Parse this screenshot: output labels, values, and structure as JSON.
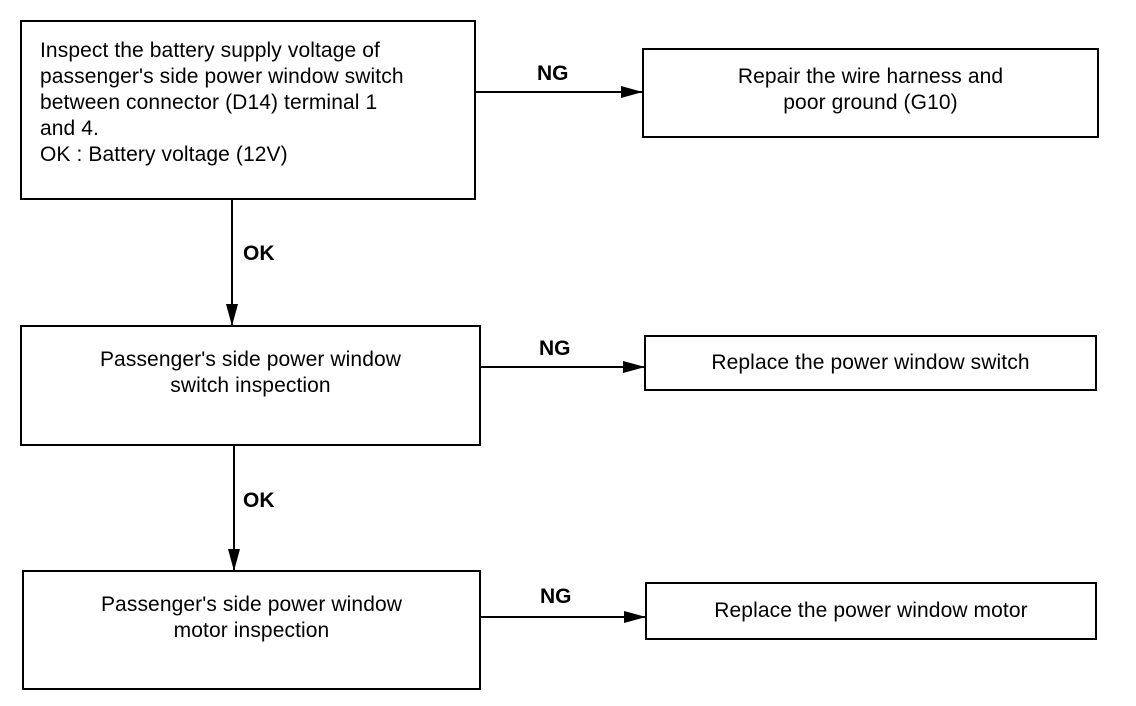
{
  "boxes": {
    "inspect_voltage": {
      "lines": [
        "Inspect the battery supply voltage of",
        "passenger's side power window switch",
        "between connector (D14) terminal 1",
        "and 4.",
        "OK : Battery voltage (12V)"
      ]
    },
    "repair_harness": {
      "lines": [
        "Repair the wire harness and",
        "poor ground (G10)"
      ]
    },
    "switch_inspection": {
      "lines": [
        "Passenger's side power window",
        "switch inspection"
      ]
    },
    "replace_switch": {
      "lines": [
        "Replace the power window switch"
      ]
    },
    "motor_inspection": {
      "lines": [
        "Passenger's side power window",
        "motor inspection"
      ]
    },
    "replace_motor": {
      "lines": [
        "Replace the power window motor"
      ]
    }
  },
  "labels": {
    "ng_1": "NG",
    "ok_1": "OK",
    "ng_2": "NG",
    "ok_2": "OK",
    "ng_3": "NG"
  },
  "colors": {
    "line": "#000000",
    "background": "#ffffff"
  }
}
